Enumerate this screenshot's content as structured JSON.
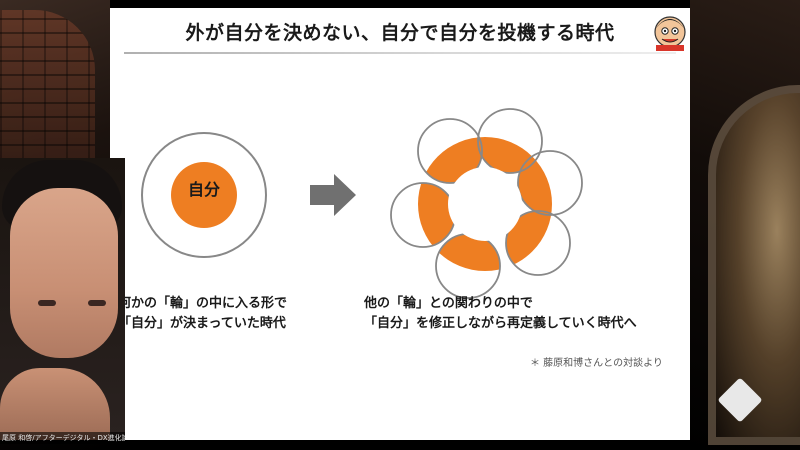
{
  "slide": {
    "title": "外が自分を決めない、自分で自分を投機する時代",
    "left_circle_label": "自分",
    "caption_left": [
      "何かの「輪」の中に入る形で",
      "「自分」が決まっていた時代"
    ],
    "caption_right": [
      "他の「輪」との関わりの中で",
      "「自分」を修正しながら再定義していく時代へ"
    ],
    "source_note": "＊ 藤原和博さんとの対談より"
  },
  "presenter": {
    "name_label": "尾原 和啓/アフターデジタル・DX進化論"
  },
  "colors": {
    "accent_orange": "#EE7E22",
    "arrow_gray": "#707070",
    "circle_stroke": "#888888",
    "slide_bg": "#FFFFFF"
  },
  "icons": {
    "mascot": "cartoon-face-icon",
    "arrow": "right-arrow-icon",
    "watermark": "cube-logo-icon"
  }
}
